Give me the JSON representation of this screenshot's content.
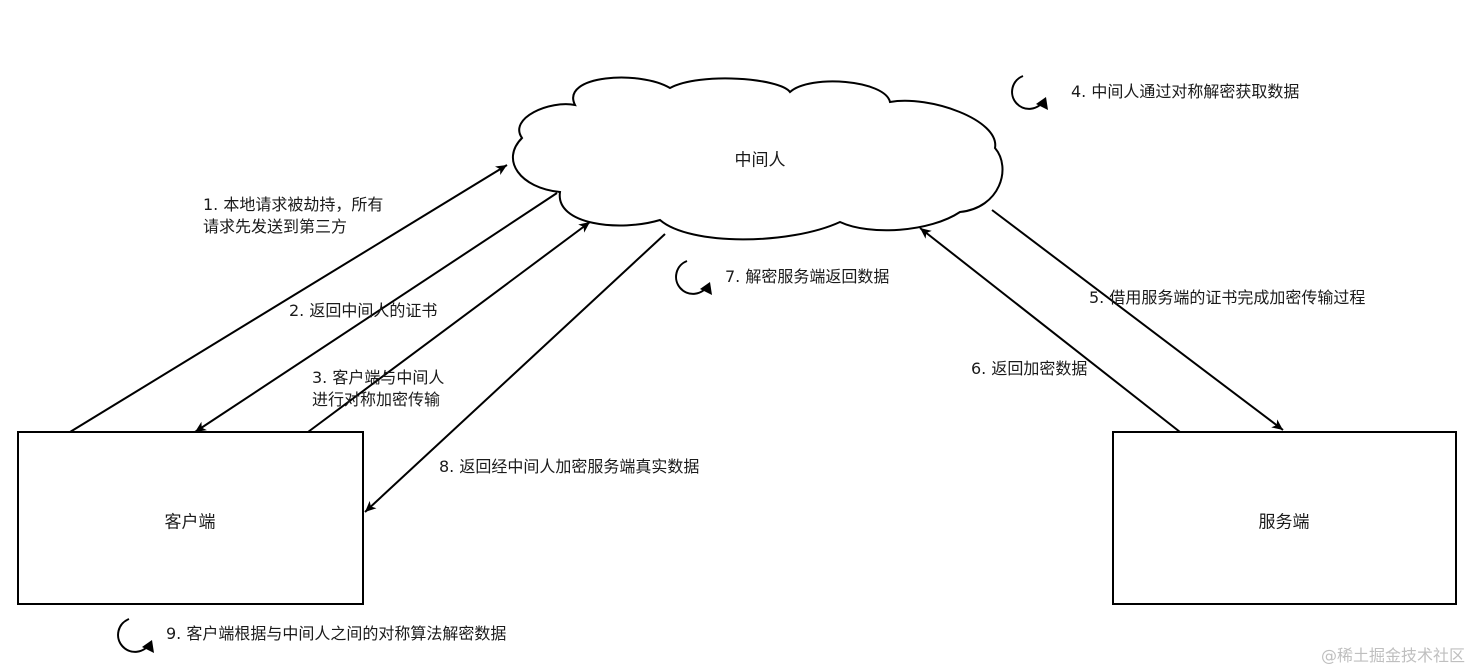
{
  "nodes": {
    "middleman": "中间人",
    "client": "客户端",
    "server": "服务端"
  },
  "steps": {
    "s1_line1": "1. 本地请求被劫持，所有",
    "s1_line2": "请求先发送到第三方",
    "s2": "2. 返回中间人的证书",
    "s3_line1": "3. 客户端与中间人",
    "s3_line2": "进行对称加密传输",
    "s4": "4. 中间人通过对称解密获取数据",
    "s5": "5. 借用服务端的证书完成加密传输过程",
    "s6": "6. 返回加密数据",
    "s7": "7. 解密服务端返回数据",
    "s8": "8. 返回经中间人加密服务端真实数据",
    "s9": "9. 客户端根据与中间人之间的对称算法解密数据"
  },
  "watermark": "@稀土掘金技术社区",
  "colors": {
    "stroke": "#000000",
    "text": "#1a1a1a",
    "watermark": "#bfbfbf"
  }
}
